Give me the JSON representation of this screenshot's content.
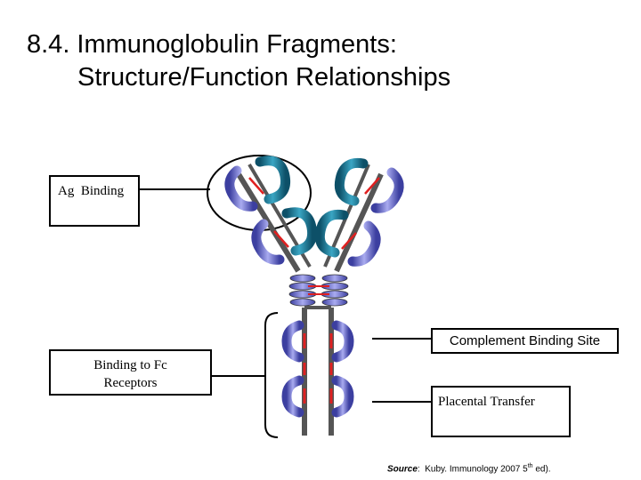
{
  "title": {
    "line1": "8.4. Immunoglobulin Fragments:",
    "line2": "Structure/Function Relationships"
  },
  "labels": {
    "ag_binding": "Ag  Binding",
    "fc_receptors_line1": "Binding to Fc",
    "fc_receptors_line2": "Receptors",
    "complement": "Complement Binding Site",
    "placental": "Placental Transfer"
  },
  "source": {
    "label": "Source",
    "text": "Kuby. Immunology 2007 5",
    "superscript": "th",
    "suffix": " ed)."
  },
  "colors": {
    "heavy_chain": "#7c7fd6",
    "light_chain": "#2a8aa8",
    "disulfide": "#e02020",
    "outline": "#000000"
  }
}
